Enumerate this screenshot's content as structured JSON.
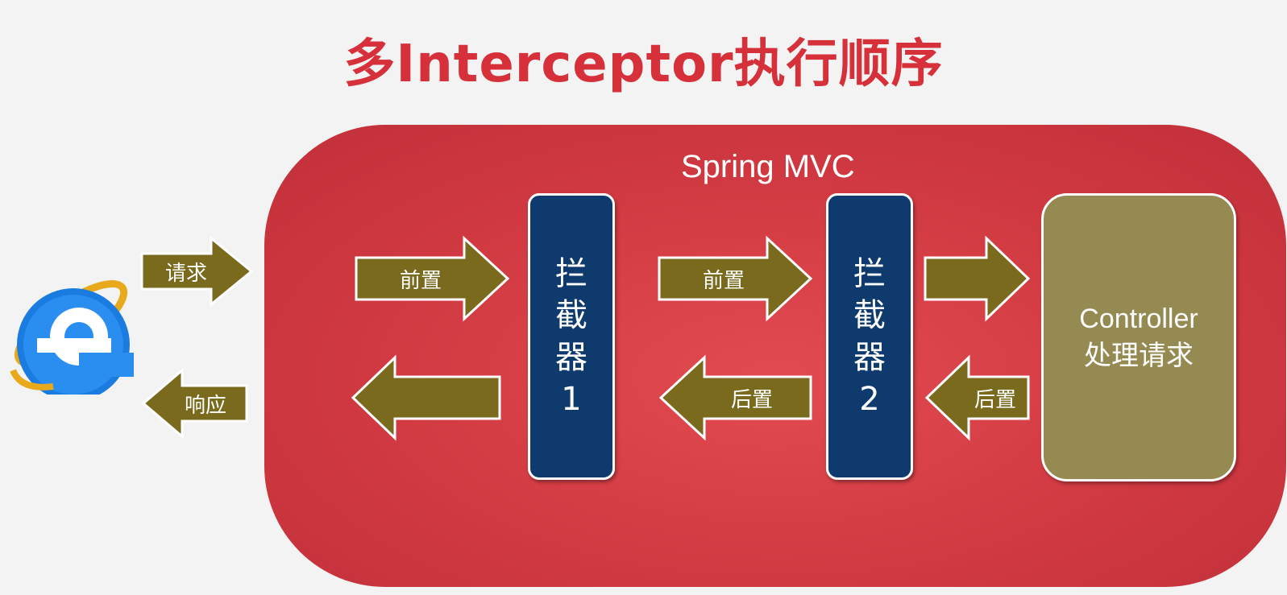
{
  "title": "多Interceptor执行顺序",
  "container": {
    "label": "Spring MVC"
  },
  "browser": {
    "icon": "internet-explorer-icon",
    "request_label": "请求",
    "response_label": "响应"
  },
  "interceptors": [
    {
      "chars": [
        "拦",
        "截",
        "器"
      ],
      "number": "1"
    },
    {
      "chars": [
        "拦",
        "截",
        "器"
      ],
      "number": "2"
    }
  ],
  "controller": {
    "line1": "Controller",
    "line2": "处理请求"
  },
  "arrows": {
    "pre_label": "前置",
    "post_label": "后置"
  },
  "colors": {
    "title": "#d6303b",
    "container": "#cf3840",
    "interceptor": "#0f3a6e",
    "controller": "#968a53",
    "arrow": "#7a6a1e"
  }
}
